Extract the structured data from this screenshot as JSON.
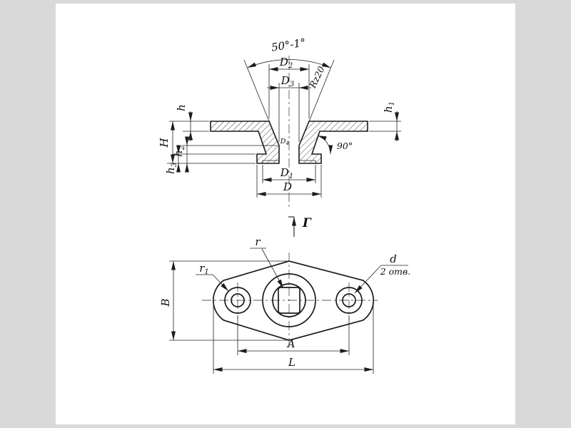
{
  "drawing": {
    "section_view": {
      "cone_angle": "50°-1°",
      "roughness": "Rz20",
      "dims": {
        "D2": {
          "base": "D",
          "sub": "2"
        },
        "D3": {
          "base": "D",
          "sub": "3"
        },
        "D4": {
          "base": "D",
          "sub": "4"
        },
        "D1": {
          "base": "D",
          "sub": "1"
        },
        "D": {
          "base": "D",
          "sub": ""
        },
        "H": {
          "base": "H",
          "sub": ""
        },
        "h": {
          "base": "h",
          "sub": ""
        },
        "h1": {
          "base": "h",
          "sub": "1"
        },
        "h2": {
          "base": "h",
          "sub": "2"
        },
        "h3": {
          "base": "h",
          "sub": "3"
        },
        "angle90": "90°"
      }
    },
    "plan_view": {
      "section_label": "Г",
      "dims": {
        "r": {
          "base": "r",
          "sub": ""
        },
        "r1": {
          "base": "r",
          "sub": "1"
        },
        "d": {
          "base": "d",
          "sub": ""
        },
        "holes_note": "2 отв.",
        "B": "B",
        "A": "A",
        "L": "L"
      }
    },
    "colors": {
      "line": "#1c1c1c",
      "sheet": "#ffffff",
      "backdrop": "#d9d9d9"
    }
  }
}
